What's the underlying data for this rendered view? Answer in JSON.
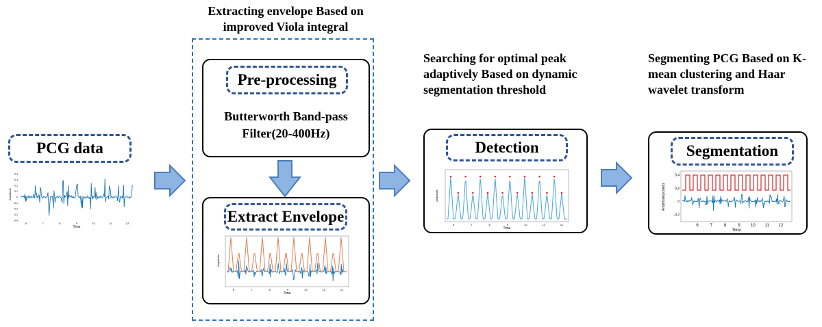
{
  "colors": {
    "dash_blue": "#2f5496",
    "arrow_fill": "#8eb4e3",
    "arrow_stroke": "#4a7ebb",
    "signal_blue": "#1f77b4",
    "envelope_orange": "#e07b54",
    "peak_red": "#d62728"
  },
  "pcg": {
    "label": "PCG data",
    "plot": {
      "xlabel": "Time",
      "ylabel": "Amplitude",
      "yticks": [
        "0.4",
        "0.3",
        "0.2",
        "0.1",
        "0",
        "-0.1",
        "-0.2",
        "-0.3",
        "-0.4"
      ],
      "xticks": [
        "6",
        "7",
        "8",
        "9",
        "10",
        "11",
        "12"
      ]
    }
  },
  "envelope_stage": {
    "title_line1": "Extracting envelope Based on",
    "title_line2": "improved Viola integral",
    "pre_label": "Pre-processing",
    "filter_line1": "Butterworth Band-pass",
    "filter_line2": "Filter(20-400Hz)",
    "extract_label": "Extract Envelope",
    "plot": {
      "xlabel": "Time",
      "ylabel": "Amplitude",
      "xticks": [
        "6",
        "7",
        "8",
        "9",
        "10",
        "11",
        "12"
      ]
    }
  },
  "detection_stage": {
    "title_line1": "Searching for optimal peak",
    "title_line2": "adaptively Based on dynamic",
    "title_line3": "segmentation threshold",
    "label": "Detection",
    "plot": {
      "xlabel": "Time",
      "ylabel": "Amplitude",
      "xticks": [
        "6",
        "7",
        "8",
        "9",
        "10",
        "11",
        "12"
      ]
    }
  },
  "segmentation_stage": {
    "title_line1": "Segmenting PCG Based on K-",
    "title_line2": "mean clustering and Haar",
    "title_line3": "wavelet transform",
    "label": "Segmentation",
    "plot": {
      "xlabel": "Time",
      "ylabel": "Amplitude(scaled)",
      "yticks": [
        "0.4",
        "0.2",
        "0",
        "-0.2"
      ],
      "xticks": [
        "6",
        "7",
        "8",
        "9",
        "10",
        "11",
        "12"
      ]
    }
  }
}
